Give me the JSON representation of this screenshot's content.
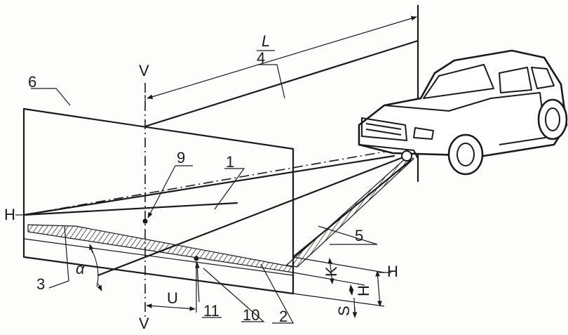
{
  "labels": {
    "L": "L",
    "n1": "1",
    "n2": "2",
    "n3": "3",
    "n4": "4",
    "n5": "5",
    "n6": "6",
    "n9": "9",
    "n10": "10",
    "n11": "11",
    "v_top": "V",
    "v_bottom": "V",
    "h_left": "H",
    "h_right": "H",
    "h_dim": "H",
    "k_dim": "K",
    "s_dim": "S",
    "u_dim": "U",
    "alpha": "α"
  }
}
